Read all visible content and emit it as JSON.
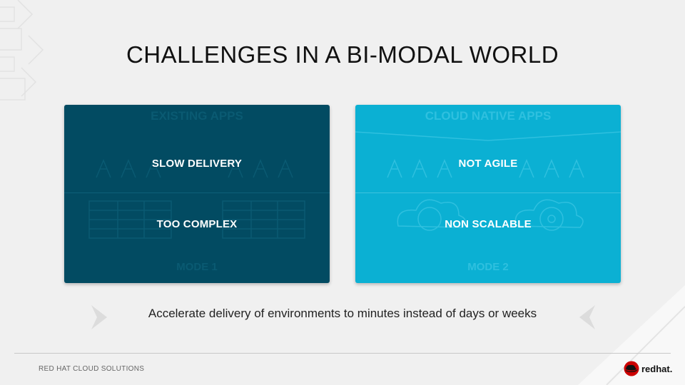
{
  "slide": {
    "title": "CHALLENGES IN A BI-MODAL WORLD",
    "tagline": "Accelerate delivery of environments to minutes instead of days or weeks",
    "footer": "RED HAT CLOUD SOLUTIONS",
    "brand": "redhat."
  },
  "cards": {
    "left": {
      "header": "EXISTING APPS",
      "label_top": "SLOW DELIVERY",
      "label_bottom": "TOO COMPLEX",
      "footer": "MODE 1"
    },
    "right": {
      "header": "CLOUD NATIVE APPS",
      "label_top": "NOT AGILE",
      "label_bottom": "NON SCALABLE",
      "footer": "MODE 2"
    }
  },
  "colors": {
    "left_card": "#024b62",
    "right_card": "#0bb0d3",
    "brand_red": "#cc0000"
  },
  "icons": {
    "tagline_left": "chevron-right-icon",
    "tagline_right": "chevron-left-icon",
    "brand": "red-hat-logo-icon"
  }
}
